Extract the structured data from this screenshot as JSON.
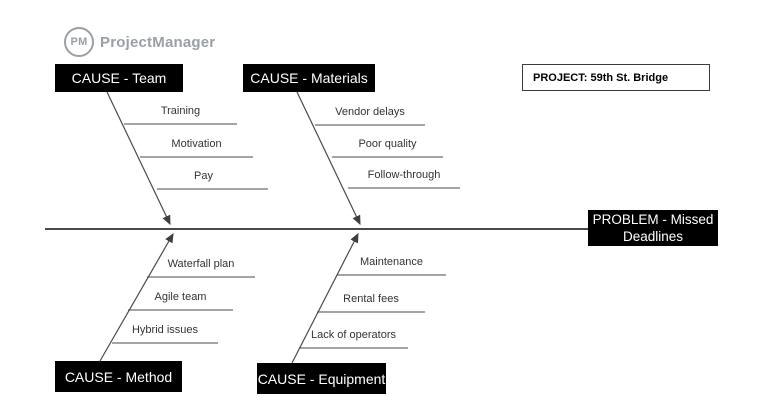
{
  "logo": {
    "monogram": "PM",
    "name": "ProjectManager",
    "color": "#9aa0a6"
  },
  "project_box": {
    "label": "PROJECT: 59th St. Bridge"
  },
  "problem_box": {
    "line1": "PROBLEM - Missed",
    "line2": "Deadlines"
  },
  "colors": {
    "box_bg": "#000000",
    "box_text": "#ffffff",
    "line": "#4a4a4a",
    "label_text": "#333333",
    "logo_gray": "#9aa0a6"
  },
  "branches": [
    {
      "label": "CAUSE - Team",
      "position": "top-left",
      "items": [
        "Training",
        "Motivation",
        "Pay"
      ]
    },
    {
      "label": "CAUSE - Materials",
      "position": "top-center",
      "items": [
        "Vendor delays",
        "Poor quality",
        "Follow-through"
      ]
    },
    {
      "label": "CAUSE - Method",
      "position": "bottom-left",
      "items": [
        "Waterfall plan",
        "Agile team",
        "Hybrid issues"
      ]
    },
    {
      "label": "CAUSE - Equipment",
      "position": "bottom-center",
      "items": [
        "Maintenance",
        "Rental fees",
        "Lack of operators"
      ]
    }
  ]
}
